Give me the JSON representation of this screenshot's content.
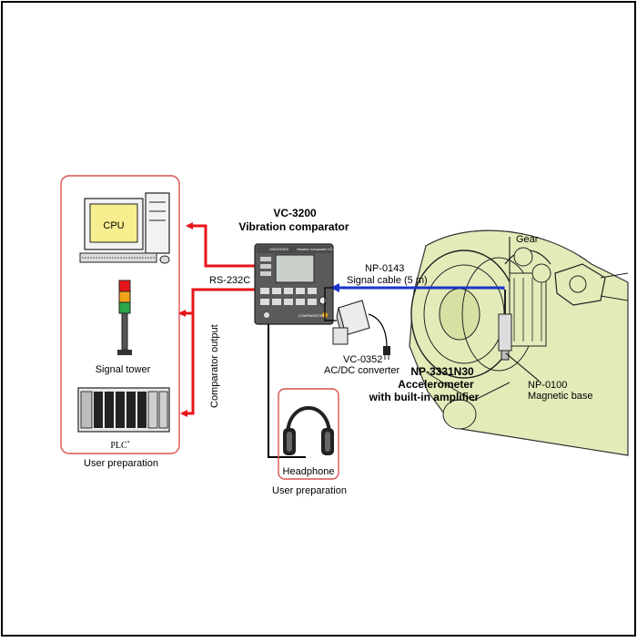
{
  "device": {
    "model": "VC-3200",
    "name": "Vibration comparator",
    "brand": "ONOSOKKI",
    "panel_title": "Vibration Comparator VC-3200",
    "comparator_tag": "COMPARATOR"
  },
  "pc": {
    "screen_label": "CPU"
  },
  "links": {
    "rs232c": "RS-232C",
    "comparator_output": "Comparator output"
  },
  "signal_tower": {
    "label": "Signal tower"
  },
  "plc": {
    "label": "PLC",
    "mark": "*"
  },
  "user_prep_left": "User preparation",
  "headphone": {
    "label": "Headphone"
  },
  "user_prep_bottom": "User preparation",
  "cable": {
    "model": "NP-0143",
    "desc": "Signal cable (5 m)"
  },
  "converter": {
    "model": "VC-0352",
    "desc": "AC/DC converter"
  },
  "accelerometer": {
    "model": "NP-3331N30",
    "line1": "Accelerometer",
    "line2": "with built-in amplifier"
  },
  "gear": {
    "label": "Gear"
  },
  "magnetic_base": {
    "model": "NP-0100",
    "desc": "Magnetic base"
  },
  "colors": {
    "arrow_red": "#e8141b",
    "cable_blue": "#1a35c8",
    "machine_fill": "#e3ebb9",
    "box_outline": "#d9534f",
    "screen_yellow": "#f7ee8f"
  }
}
